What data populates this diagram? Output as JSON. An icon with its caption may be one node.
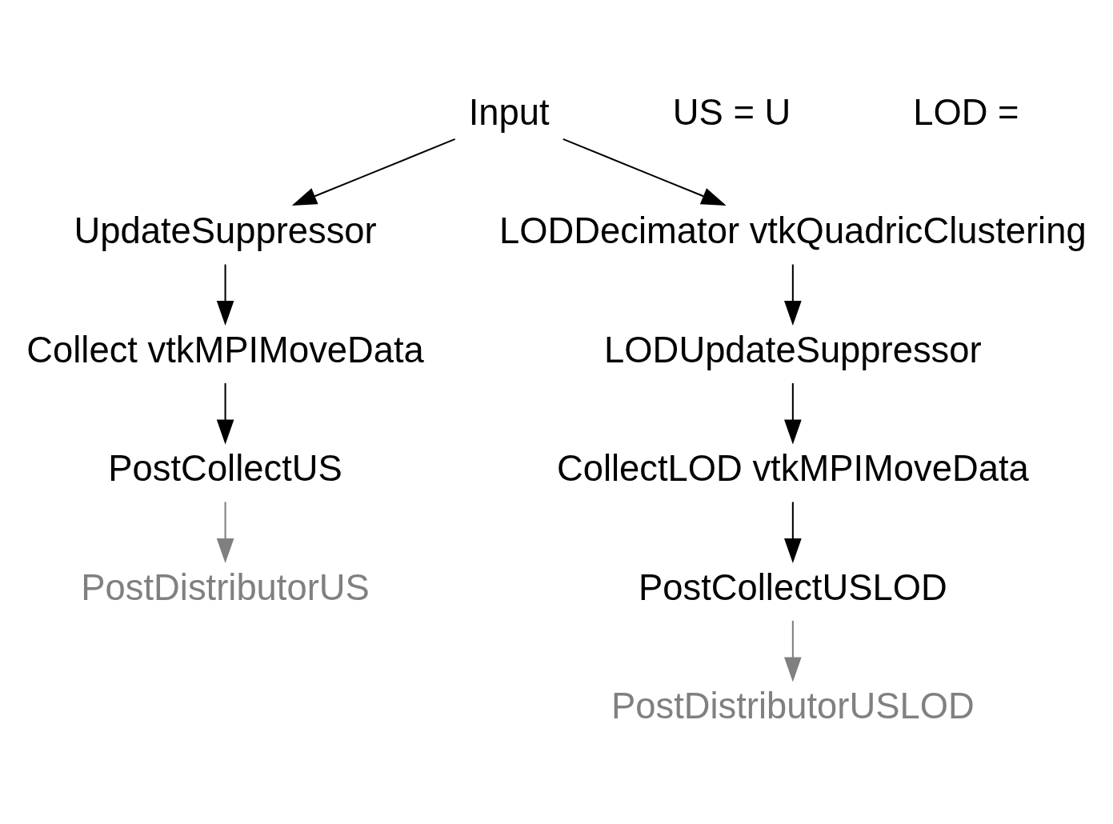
{
  "diagram": {
    "nodes": [
      {
        "text": [
          "Input"
        ]
      },
      {
        "text": [
          "UpdateSuppressor"
        ]
      },
      {
        "text": [
          "Collect vtkMPIMoveData"
        ]
      },
      {
        "text": [
          "PostCollectUS"
        ]
      },
      {
        "text": [
          "PostDistributorUS"
        ]
      },
      {
        "text": [
          "LODDecimator vtkQuadricClustering"
        ]
      },
      {
        "text": [
          "LODUpdateSuppressor"
        ]
      },
      {
        "text": [
          "CollectLOD vtkMPIMoveData"
        ]
      },
      {
        "text": [
          "PostCollectUSLOD"
        ]
      },
      {
        "text": [
          "PostDistributorUSLOD"
        ]
      }
    ],
    "edges": [
      {
        "from": 0,
        "to": 1,
        "arrow": "to"
      },
      {
        "from": 0,
        "to": 5,
        "arrow": "to"
      },
      {
        "from": 1,
        "to": 2,
        "arrow": "to"
      },
      {
        "from": 2,
        "to": 3,
        "arrow": "to"
      },
      {
        "from": 3,
        "to": 4,
        "arrow": "to",
        "color": "#808080"
      },
      {
        "from": 5,
        "to": 6,
        "arrow": "to"
      },
      {
        "from": 6,
        "to": 7,
        "arrow": "to"
      },
      {
        "from": 7,
        "to": 8,
        "arrow": "to"
      },
      {
        "from": 8,
        "to": 9,
        "arrow": "to",
        "color": "#808080"
      }
    ],
    "labels": [
      "US = U",
      "LOD ="
    ]
  }
}
